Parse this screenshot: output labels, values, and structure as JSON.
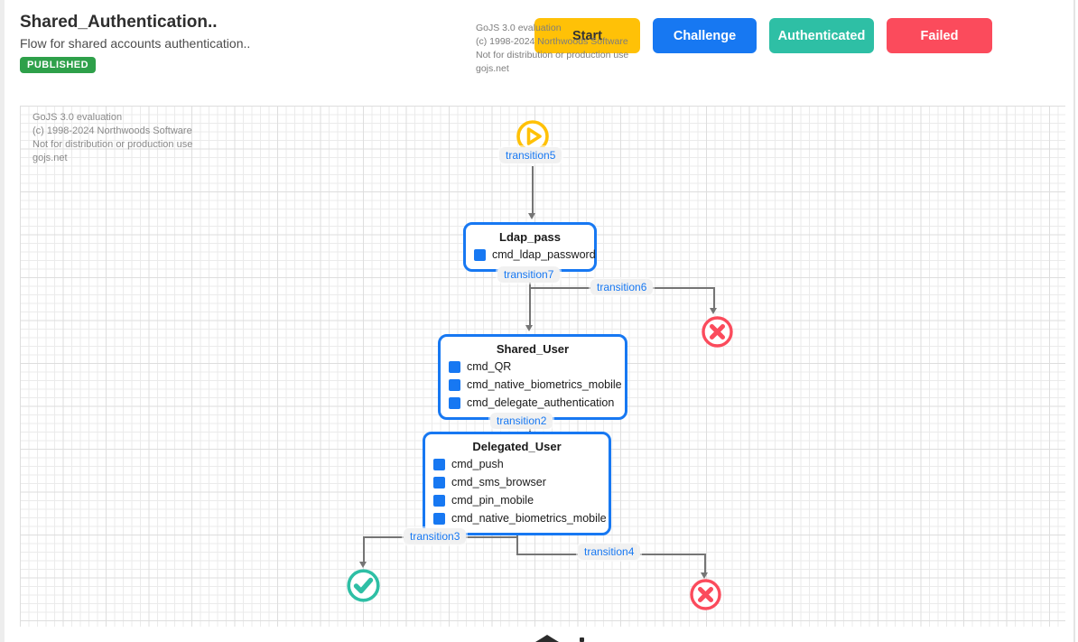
{
  "header": {
    "title": "Shared_Authentication..",
    "subtitle": "Flow for shared accounts authentication..",
    "status_badge": "PUBLISHED",
    "buttons": {
      "start": "Start",
      "challenge": "Challenge",
      "authenticated": "Authenticated",
      "failed": "Failed"
    },
    "watermark": {
      "line1": "GoJS 3.0 evaluation",
      "line2": "(c) 1998-2024 Northwoods Software",
      "line3": "Not for distribution or production use",
      "line4": "gojs.net"
    }
  },
  "canvas": {
    "watermark": {
      "line1": "GoJS 3.0 evaluation",
      "line2": "(c) 1998-2024 Northwoods Software",
      "line3": "Not for distribution or production use",
      "line4": "gojs.net"
    }
  },
  "diagram": {
    "labels": {
      "t5": "transition5",
      "t7": "transition7",
      "t6": "transition6",
      "t2": "transition2",
      "t3": "transition3",
      "t4": "transition4"
    },
    "nodes": {
      "ldap": {
        "title": "Ldap_pass",
        "commands": [
          "cmd_ldap_password"
        ]
      },
      "shared": {
        "title": "Shared_User",
        "commands": [
          "cmd_QR",
          "cmd_native_biometrics_mobile",
          "cmd_delegate_authentication"
        ]
      },
      "delegated": {
        "title": "Delegated_User",
        "commands": [
          "cmd_push",
          "cmd_sms_browser",
          "cmd_pin_mobile",
          "cmd_native_biometrics_mobile"
        ]
      }
    },
    "icons": {
      "start": "play-icon",
      "success": "check-icon",
      "failure": "x-icon"
    },
    "colors": {
      "accent_blue": "#1778f2",
      "start_yellow": "#ffc107",
      "success_teal": "#2ebfa5",
      "fail_red": "#fb4b5c",
      "published_green": "#2ea04a",
      "edge_gray": "#757575",
      "label_bg": "#f1f1f1"
    }
  }
}
